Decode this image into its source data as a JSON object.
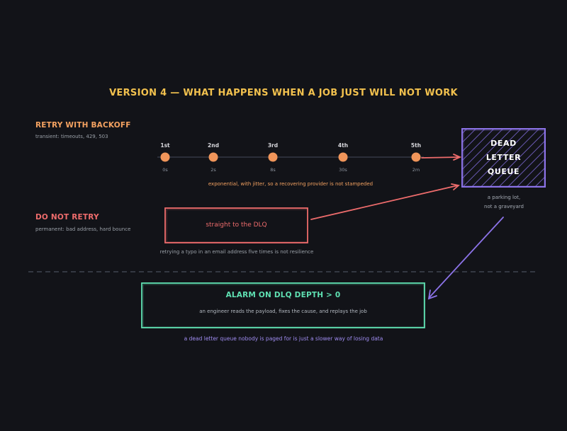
{
  "title": "Version 4 — what happens when a job just will not work",
  "colors": {
    "background": "#121318",
    "title": "#f2c14e",
    "retry": "#f4a261",
    "node": "#f0955a",
    "no_retry": "#ee6c6c",
    "dlq": "#8c73e8",
    "alarm": "#5fe0b2",
    "footer": "#9f8cf0",
    "divider": "#4a4e5c"
  },
  "retry": {
    "heading": "Retry with backoff",
    "subtitle": "transient: timeouts, 429, 503",
    "steps": [
      {
        "label": "1st",
        "time": "0s"
      },
      {
        "label": "2nd",
        "time": "2s"
      },
      {
        "label": "3rd",
        "time": "8s"
      },
      {
        "label": "4th",
        "time": "30s"
      },
      {
        "label": "5th",
        "time": "2m"
      }
    ],
    "caption": "exponential, with jitter, so a recovering provider is not stampeded"
  },
  "dlq": {
    "lines": [
      "Dead",
      "letter",
      "queue"
    ],
    "caption_lines": [
      "a parking lot,",
      "not a graveyard"
    ]
  },
  "no_retry": {
    "heading": "Do not retry",
    "subtitle": "permanent: bad address, hard bounce",
    "box_label": "straight to the DLQ",
    "caption": "retrying a typo in an email address five times is not resilience"
  },
  "alarm": {
    "heading": "Alarm on DLQ depth > 0",
    "body": "an engineer reads the payload, fixes the cause, and replays the job"
  },
  "footer": "a dead letter queue nobody is paged for is just a slower way of losing data"
}
